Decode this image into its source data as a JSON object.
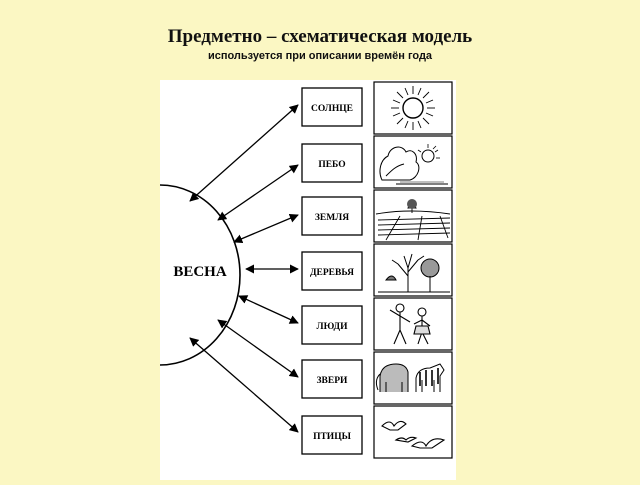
{
  "title": "Предметно – схематическая модель",
  "subtitle": "используется при описании времён года",
  "center_label": "ВЕСНА",
  "items": [
    {
      "label": "СОЛНЦЕ",
      "icon": "sun-icon"
    },
    {
      "label": "ПЕБО",
      "icon": "sky-cloud-icon"
    },
    {
      "label": "ЗЕМЛЯ",
      "icon": "land-field-icon"
    },
    {
      "label": "ДЕРЕВЬЯ",
      "icon": "trees-icon"
    },
    {
      "label": "ЛЮДИ",
      "icon": "people-icon"
    },
    {
      "label": "ЗВЕРИ",
      "icon": "animals-icon"
    },
    {
      "label": "ПТИЦЫ",
      "icon": "birds-icon"
    }
  ]
}
